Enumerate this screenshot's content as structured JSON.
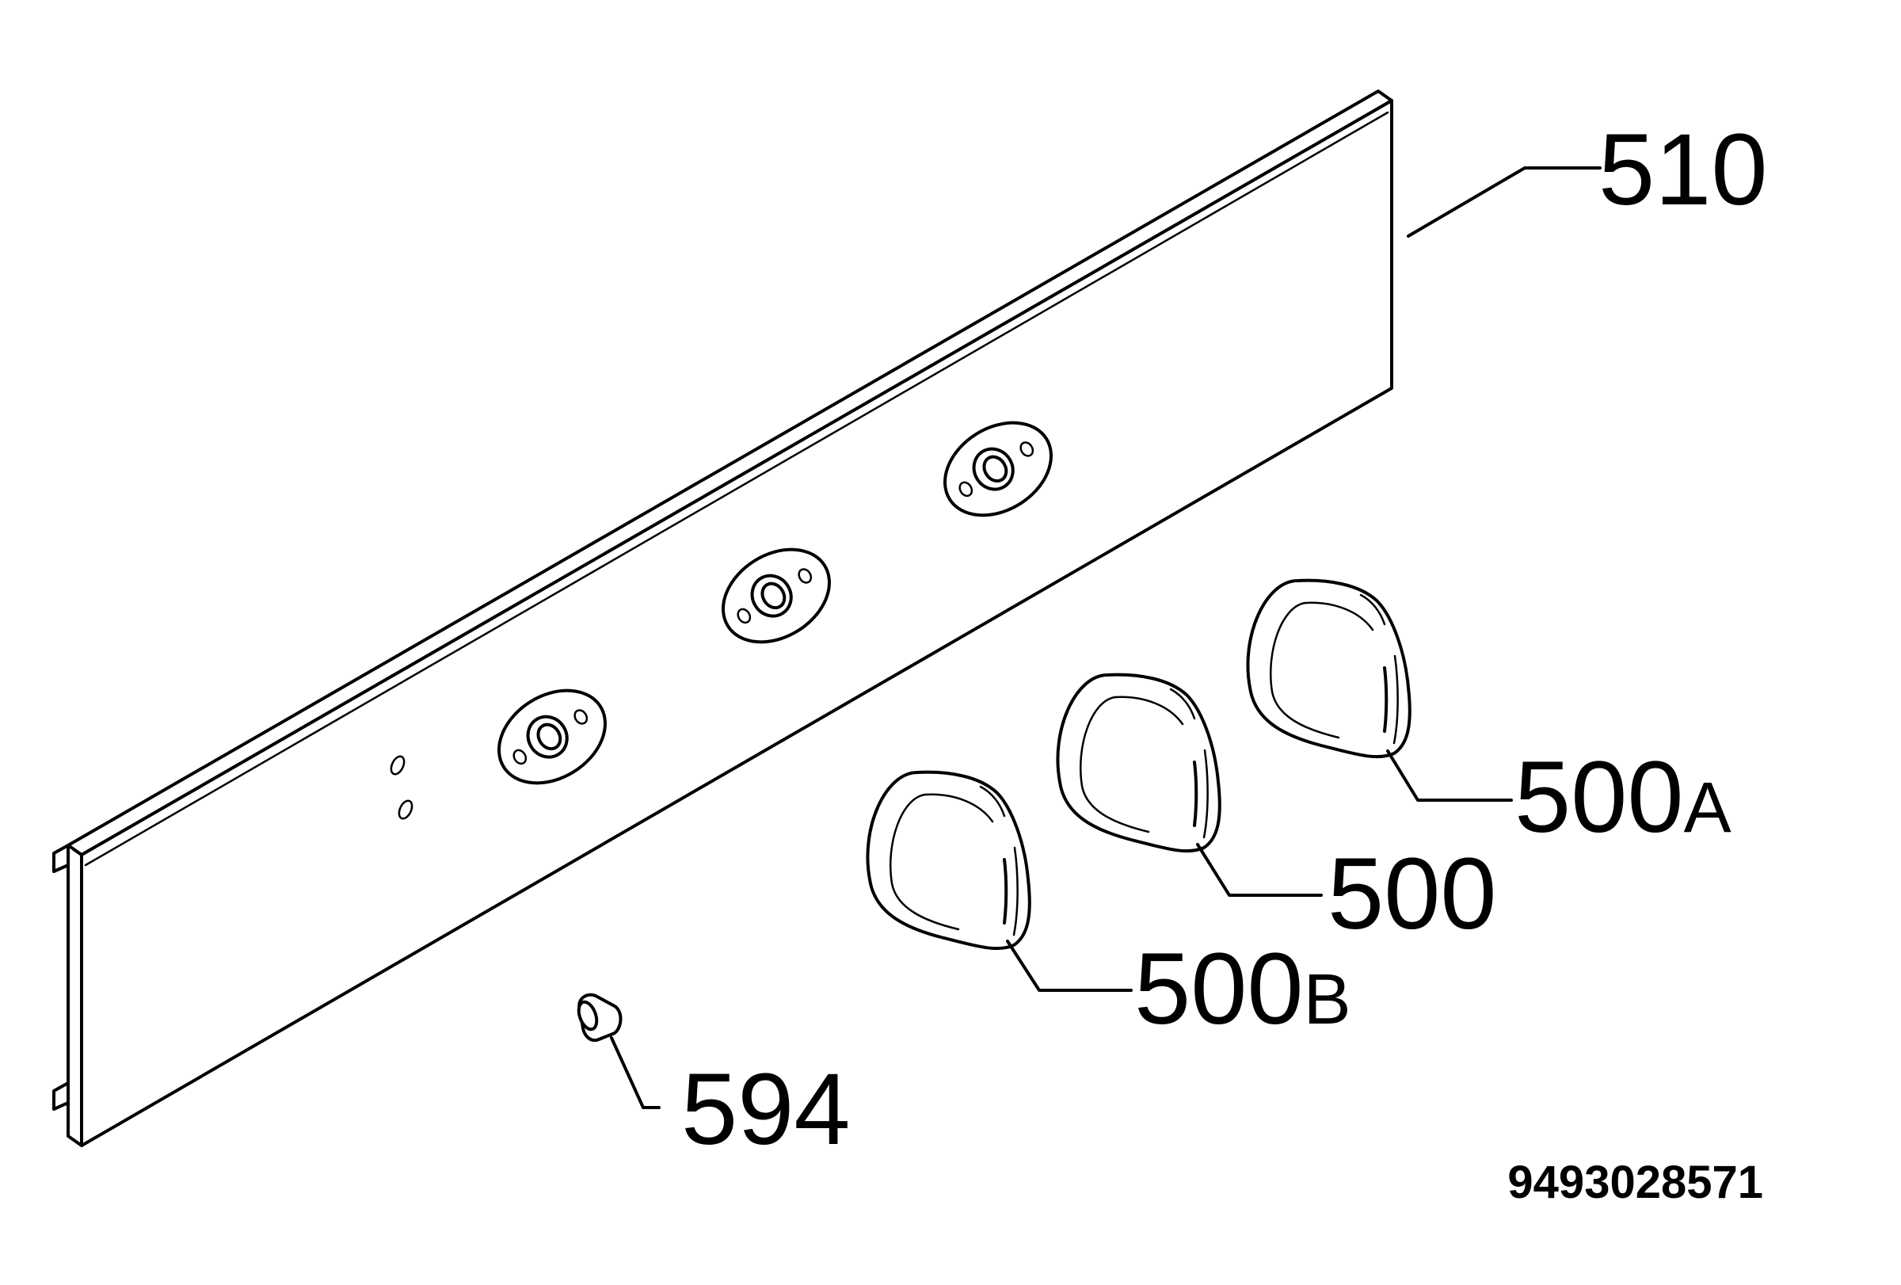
{
  "parts": {
    "panel": {
      "number": "510"
    },
    "knob_a": {
      "number": "500",
      "suffix": "A"
    },
    "knob": {
      "number": "500"
    },
    "knob_b": {
      "number": "500",
      "suffix": "B"
    },
    "plug": {
      "number": "594"
    }
  },
  "document_number": "9493028571",
  "colors": {
    "ink": "#000000",
    "paper": "#ffffff"
  }
}
